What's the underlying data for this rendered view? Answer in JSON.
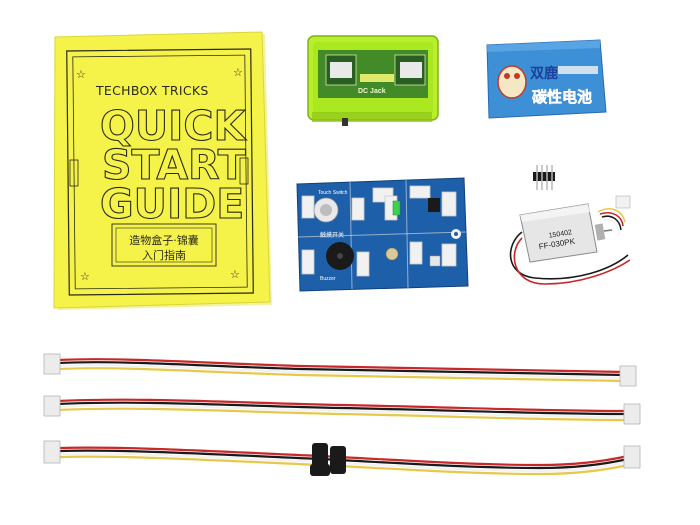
{
  "guide": {
    "brand": "TECHBOX TRICKS",
    "title_line1": "QUICK",
    "title_line2": "START",
    "title_line3": "GUIDE",
    "cn_line1": "造物盒子·锦囊",
    "cn_line2": "入门指南"
  },
  "battery_case": {
    "label": "DC Jack"
  },
  "battery": {
    "brand": "双鹿",
    "label": "碳性电池"
  },
  "board": {
    "module_top": "Touch Switch",
    "module_mid": "触摸开关",
    "module_bottom": "Buzzer"
  },
  "motor": {
    "label": "FF-030PK",
    "code": "150402"
  },
  "colors": {
    "guide_paper": "#f5f24a",
    "guide_ink": "#2a2a1a",
    "case_green": "#a8e61e",
    "pcb_blue": "#1d5fa8",
    "battery_blue": "#3d8fd6",
    "wire_red": "#c8282a",
    "wire_black": "#1a1a1a",
    "wire_yellow": "#e7c84a",
    "wire_white": "#f2f2f2"
  }
}
